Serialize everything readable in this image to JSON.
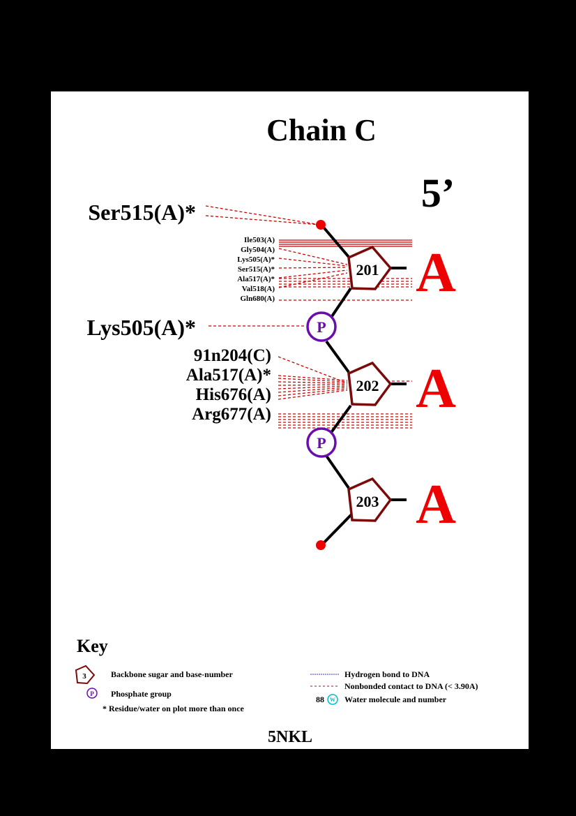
{
  "title": "Chain C",
  "five_prime": "5’",
  "pdb_code": "5NKL",
  "colors": {
    "sugar": "#7a0a0a",
    "phosphate": "#6a0dad",
    "terminal": "#ee0000",
    "base": "#ee0000",
    "contact": "#cc0000",
    "hbond": "#3333cc",
    "water": "#00bbcc"
  },
  "nucleotides": [
    {
      "number": "201",
      "base": "A"
    },
    {
      "number": "202",
      "base": "A"
    },
    {
      "number": "203",
      "base": "A"
    }
  ],
  "phosphate_label": "P",
  "residues_201_large": [
    "Ser515(A)*"
  ],
  "residues_201_small": [
    "Ile503(A)",
    "Gly504(A)",
    "Lys505(A)*",
    "Ser515(A)*",
    "Ala517(A)*",
    "Val518(A)",
    "Gln680(A)"
  ],
  "residues_p1": [
    "Lys505(A)*"
  ],
  "residues_202": [
    "91n204(C)",
    "Ala517(A)*",
    "His676(A)",
    "Arg677(A)"
  ],
  "key": {
    "title": "Key",
    "sugar_number": "3",
    "sugar_label": "Backbone sugar and base-number",
    "phosphate_symbol": "P",
    "phosphate_label": "Phosphate group",
    "star_label": "* Residue/water on plot more than once",
    "hbond_label": "Hydrogen bond to DNA",
    "nonbonded_label": "Nonbonded contact to DNA (< 3.90A)",
    "water_number": "88",
    "water_symbol": "W",
    "water_label": "Water molecule and number"
  }
}
